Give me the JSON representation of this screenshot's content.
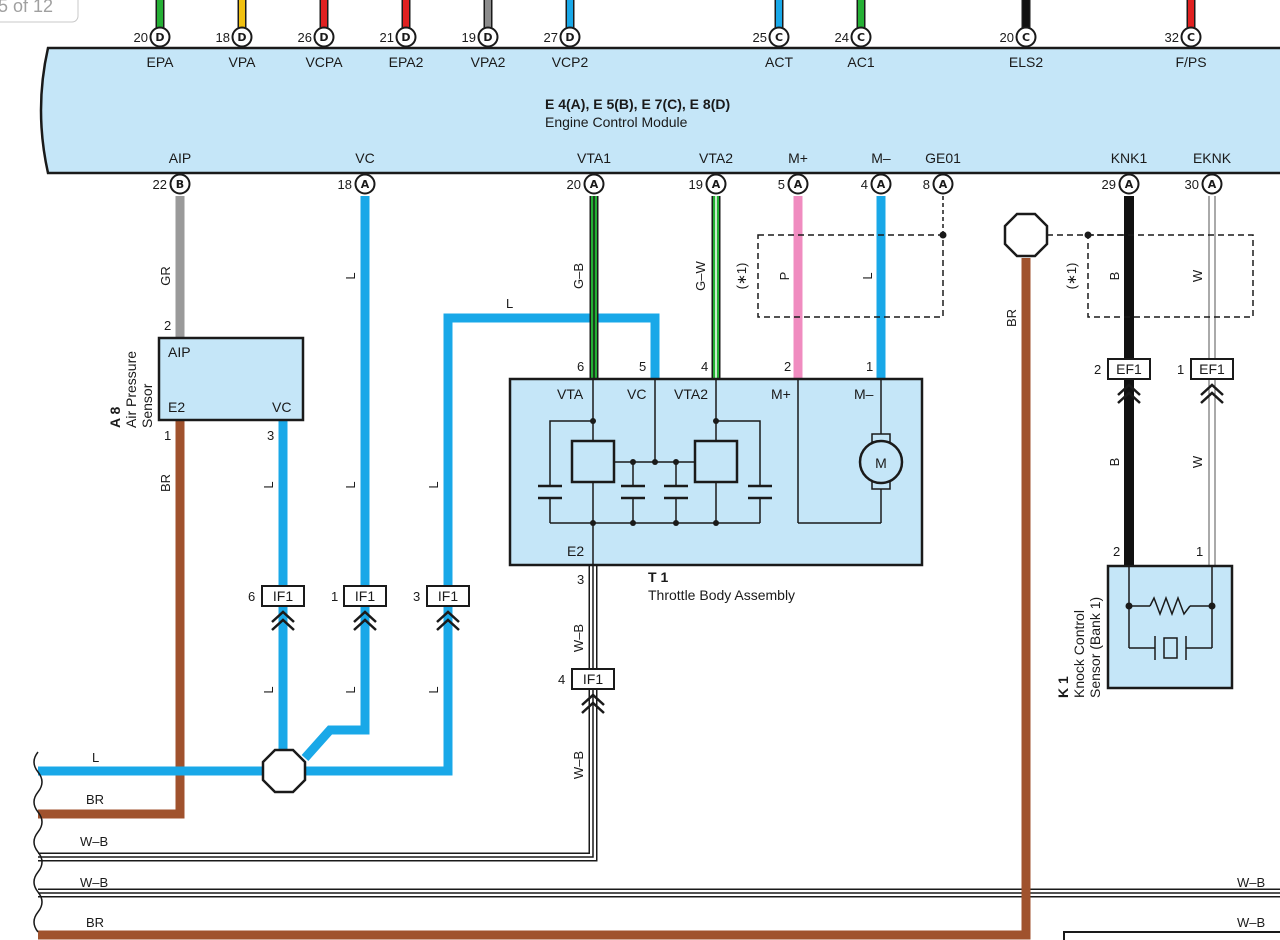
{
  "page_indicator": "5 of 12",
  "ecm": {
    "title": "E 4(A), E 5(B), E 7(C), E 8(D)",
    "subtitle": "Engine Control Module",
    "top_pins": [
      {
        "num": "20",
        "conn": "D",
        "name": "EPA",
        "color": "#25b035"
      },
      {
        "num": "18",
        "conn": "D",
        "name": "VPA",
        "color": "#f0c010"
      },
      {
        "num": "26",
        "conn": "D",
        "name": "VCPA",
        "color": "#e02020"
      },
      {
        "num": "21",
        "conn": "D",
        "name": "EPA2",
        "color": "#e02020"
      },
      {
        "num": "19",
        "conn": "D",
        "name": "VPA2",
        "color": "#8c8c8c"
      },
      {
        "num": "27",
        "conn": "D",
        "name": "VCP2",
        "color": "#19a8e8"
      },
      {
        "num": "25",
        "conn": "C",
        "name": "ACT",
        "color": "#19a8e8"
      },
      {
        "num": "24",
        "conn": "C",
        "name": "AC1",
        "color": "#25b035"
      },
      {
        "num": "20",
        "conn": "C",
        "name": "ELS2",
        "color": "#111111"
      },
      {
        "num": "32",
        "conn": "C",
        "name": "F/PS",
        "color": "#e02020"
      }
    ],
    "bottom_pins": [
      {
        "num": "22",
        "conn": "B",
        "name": "AIP"
      },
      {
        "num": "18",
        "conn": "A",
        "name": "VC"
      },
      {
        "num": "20",
        "conn": "A",
        "name": "VTA1"
      },
      {
        "num": "19",
        "conn": "A",
        "name": "VTA2"
      },
      {
        "num": "5",
        "conn": "A",
        "name": "M+"
      },
      {
        "num": "4",
        "conn": "A",
        "name": "M–"
      },
      {
        "num": "8",
        "conn": "A",
        "name": "GE01"
      },
      {
        "num": "29",
        "conn": "A",
        "name": "KNK1"
      },
      {
        "num": "30",
        "conn": "A",
        "name": "EKNK"
      }
    ]
  },
  "wire_colors": {
    "blue": "#19a8e8",
    "brown": "#a0522d",
    "gray": "#9a9a9a",
    "green": "#25b035",
    "pink": "#f08cc0",
    "black": "#111111",
    "component_fill": "#c5e6f8"
  },
  "wire_labels": {
    "gr": "GR",
    "l": "L",
    "gb": "G–B",
    "gw": "G–W",
    "p": "P",
    "br": "BR",
    "b": "B",
    "w": "W",
    "wb": "W–B",
    "shield": "(∗1)"
  },
  "air_sensor": {
    "id": "A 8",
    "name_line1": "Air Pressure",
    "name_line2": "Sensor",
    "aip": "AIP",
    "e2": "E2",
    "vc": "VC",
    "pin_aip": "2",
    "pin_e2": "1",
    "pin_vc": "3"
  },
  "throttle": {
    "id": "T 1",
    "name": "Throttle Body Assembly",
    "vta": "VTA",
    "vc": "VC",
    "vta2": "VTA2",
    "mplus": "M+",
    "mminus": "M–",
    "e2": "E2",
    "motor": "M",
    "pin_vta": "6",
    "pin_vc": "5",
    "pin_vta2": "4",
    "pin_mplus": "2",
    "pin_mminus": "1",
    "pin_e2": "3"
  },
  "knock": {
    "id": "K 1",
    "name_line1": "Knock Control",
    "name_line2": "Sensor (Bank 1)",
    "pin_b": "2",
    "pin_w": "1"
  },
  "connectors": {
    "if1": "IF1",
    "ef1": "EF1",
    "if1_pins": [
      "6",
      "1",
      "3",
      "4"
    ],
    "ef1_pins": [
      "2",
      "1"
    ]
  }
}
